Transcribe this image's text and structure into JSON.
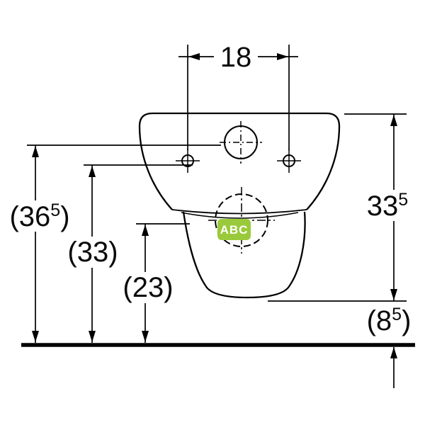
{
  "colors": {
    "line": "#000000",
    "badge_bg": "#9aca3b",
    "badge_text": "#ffffff"
  },
  "dimensions": {
    "top_width": "18",
    "left_outer": {
      "pre": "(36",
      "sup": "5",
      "post": ")"
    },
    "left_mid": "(33)",
    "left_inner": "(23)",
    "right_height": {
      "pre": "33",
      "sup": "5",
      "post": ""
    },
    "bottom_right": {
      "pre": "(8",
      "sup": "5",
      "post": ")"
    }
  },
  "watermark": {
    "label": "ABC"
  }
}
